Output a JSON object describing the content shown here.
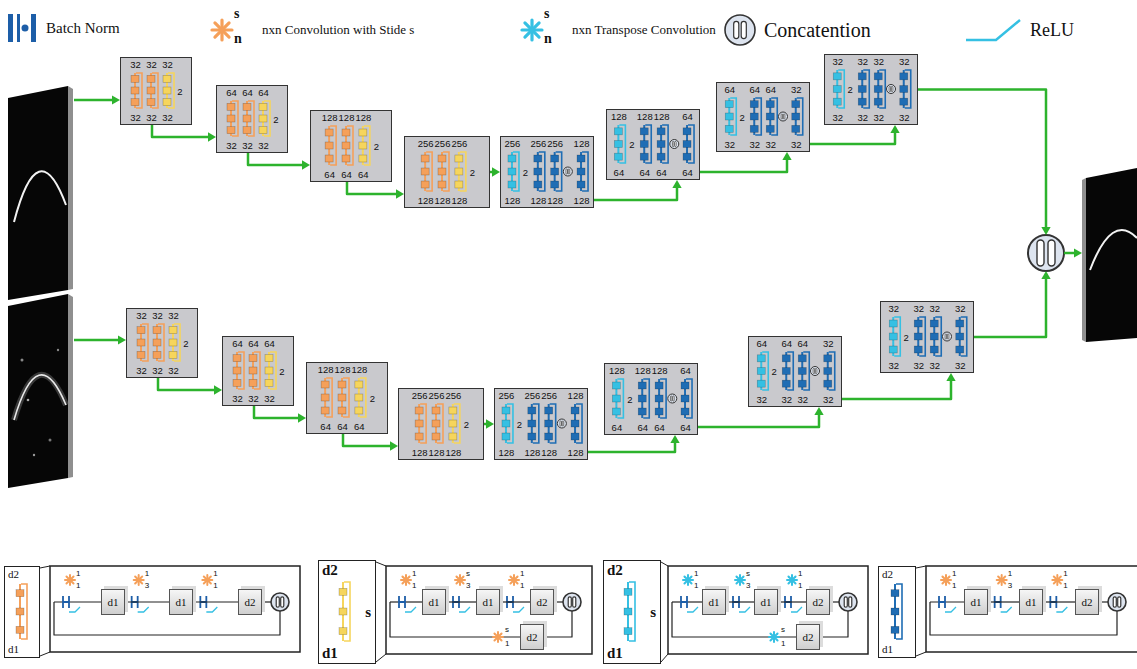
{
  "diagram": {
    "nodes": [
      {
        "text": [
          "32",
          "32",
          "32",
          "2",
          "32",
          "32",
          "32"
        ]
      },
      {
        "text": [
          "64",
          "64",
          "64",
          "2",
          "32",
          "32",
          "32"
        ]
      },
      {
        "text": [
          "128",
          "128",
          "128",
          "2",
          "64",
          "64",
          "64"
        ]
      },
      {
        "text": [
          "256",
          "256",
          "256",
          "2",
          "128",
          "128",
          "128"
        ]
      },
      {
        "text": [
          "256",
          "256",
          "256",
          "128",
          "2",
          "128",
          "128",
          "128",
          "128"
        ]
      },
      {
        "text": [
          "128",
          "128",
          "128",
          "64",
          "2",
          "64",
          "64",
          "64",
          "64"
        ]
      },
      {
        "text": [
          "64",
          "64",
          "64",
          "32",
          "2",
          "32",
          "32",
          "32",
          "32"
        ]
      },
      {
        "text": [
          "32",
          "32",
          "32",
          "32",
          "2",
          "32",
          "32",
          "32",
          "32"
        ]
      },
      {
        "text": [
          "32",
          "32",
          "32",
          "2",
          "32",
          "32",
          "32"
        ]
      },
      {
        "text": [
          "64",
          "64",
          "64",
          "2",
          "32",
          "32",
          "32"
        ]
      },
      {
        "text": [
          "128",
          "128",
          "128",
          "2",
          "64",
          "64",
          "64"
        ]
      },
      {
        "text": [
          "256",
          "256",
          "256",
          "2",
          "128",
          "128",
          "128"
        ]
      },
      {
        "text": [
          "256",
          "256",
          "256",
          "128",
          "2",
          "128",
          "128",
          "128",
          "128"
        ]
      },
      {
        "text": [
          "128",
          "128",
          "128",
          "64",
          "2",
          "64",
          "64",
          "64",
          "64"
        ]
      },
      {
        "text": [
          "64",
          "64",
          "64",
          "32",
          "2",
          "32",
          "32",
          "32",
          "32"
        ]
      },
      {
        "text": [
          "32",
          "32",
          "32",
          "32",
          "2",
          "32",
          "32",
          "32",
          "32"
        ]
      },
      {
        "text": [
          "d2",
          "d1"
        ]
      },
      {
        "text": [
          "d1"
        ]
      },
      {
        "text": [
          "d1"
        ]
      },
      {
        "text": [
          "d2"
        ]
      },
      {
        "text": [
          "d2",
          "s",
          "d1"
        ]
      },
      {
        "text": [
          "d1"
        ]
      },
      {
        "text": [
          "d1"
        ]
      },
      {
        "text": [
          "d2"
        ]
      },
      {
        "text": [
          "d2"
        ]
      },
      {
        "text": [
          "d2",
          "s",
          "d1"
        ]
      },
      {
        "text": [
          "d1"
        ]
      },
      {
        "text": [
          "d1"
        ]
      },
      {
        "text": [
          "d2"
        ]
      },
      {
        "text": [
          "d2"
        ]
      },
      {
        "text": [
          "d2",
          "d1"
        ]
      },
      {
        "text": [
          "d1"
        ]
      },
      {
        "text": [
          "d1"
        ]
      },
      {
        "text": [
          "d2"
        ]
      }
    ],
    "edges": [
      {
        "from": 0,
        "to": 1,
        "arrow": "to"
      },
      {
        "from": 1,
        "to": 2,
        "arrow": "to"
      },
      {
        "from": 2,
        "to": 3,
        "arrow": "to"
      },
      {
        "from": 3,
        "to": 4,
        "arrow": "to"
      },
      {
        "from": 4,
        "to": 5,
        "arrow": "to"
      },
      {
        "from": 5,
        "to": 6,
        "arrow": "to"
      },
      {
        "from": 6,
        "to": 7,
        "arrow": "to"
      },
      {
        "from": 8,
        "to": 9,
        "arrow": "to"
      },
      {
        "from": 9,
        "to": 10,
        "arrow": "to"
      },
      {
        "from": 10,
        "to": 11,
        "arrow": "to"
      },
      {
        "from": 11,
        "to": 12,
        "arrow": "to"
      },
      {
        "from": 12,
        "to": 13,
        "arrow": "to"
      },
      {
        "from": 13,
        "to": 14,
        "arrow": "to"
      },
      {
        "from": 14,
        "to": 15,
        "arrow": "to"
      },
      {
        "from": 17,
        "to": 18,
        "arrow": "none"
      },
      {
        "from": 18,
        "to": 19,
        "arrow": "none"
      },
      {
        "from": 21,
        "to": 22,
        "arrow": "none"
      },
      {
        "from": 22,
        "to": 23,
        "arrow": "none"
      },
      {
        "from": 26,
        "to": 27,
        "arrow": "none"
      },
      {
        "from": 27,
        "to": 28,
        "arrow": "none"
      },
      {
        "from": 31,
        "to": 32,
        "arrow": "none"
      },
      {
        "from": 32,
        "to": 33,
        "arrow": "none"
      }
    ],
    "labels": [
      "s",
      "n",
      "s",
      "n",
      "1",
      "1",
      "1",
      "3",
      "1",
      "1",
      "1",
      "1",
      "s",
      "3",
      "1",
      "1",
      "s",
      "1",
      "1",
      "1",
      "s",
      "3",
      "1",
      "1",
      "s",
      "1",
      "1",
      "1",
      "1",
      "3",
      "1",
      "1"
    ],
    "legend": [
      {
        "text": "Batch Norm"
      },
      {
        "text": "nxn Convolution with Stide s"
      },
      {
        "text": "nxn Transpose Convolution"
      },
      {
        "text": "Concatention"
      },
      {
        "text": "ReLU"
      }
    ]
  }
}
